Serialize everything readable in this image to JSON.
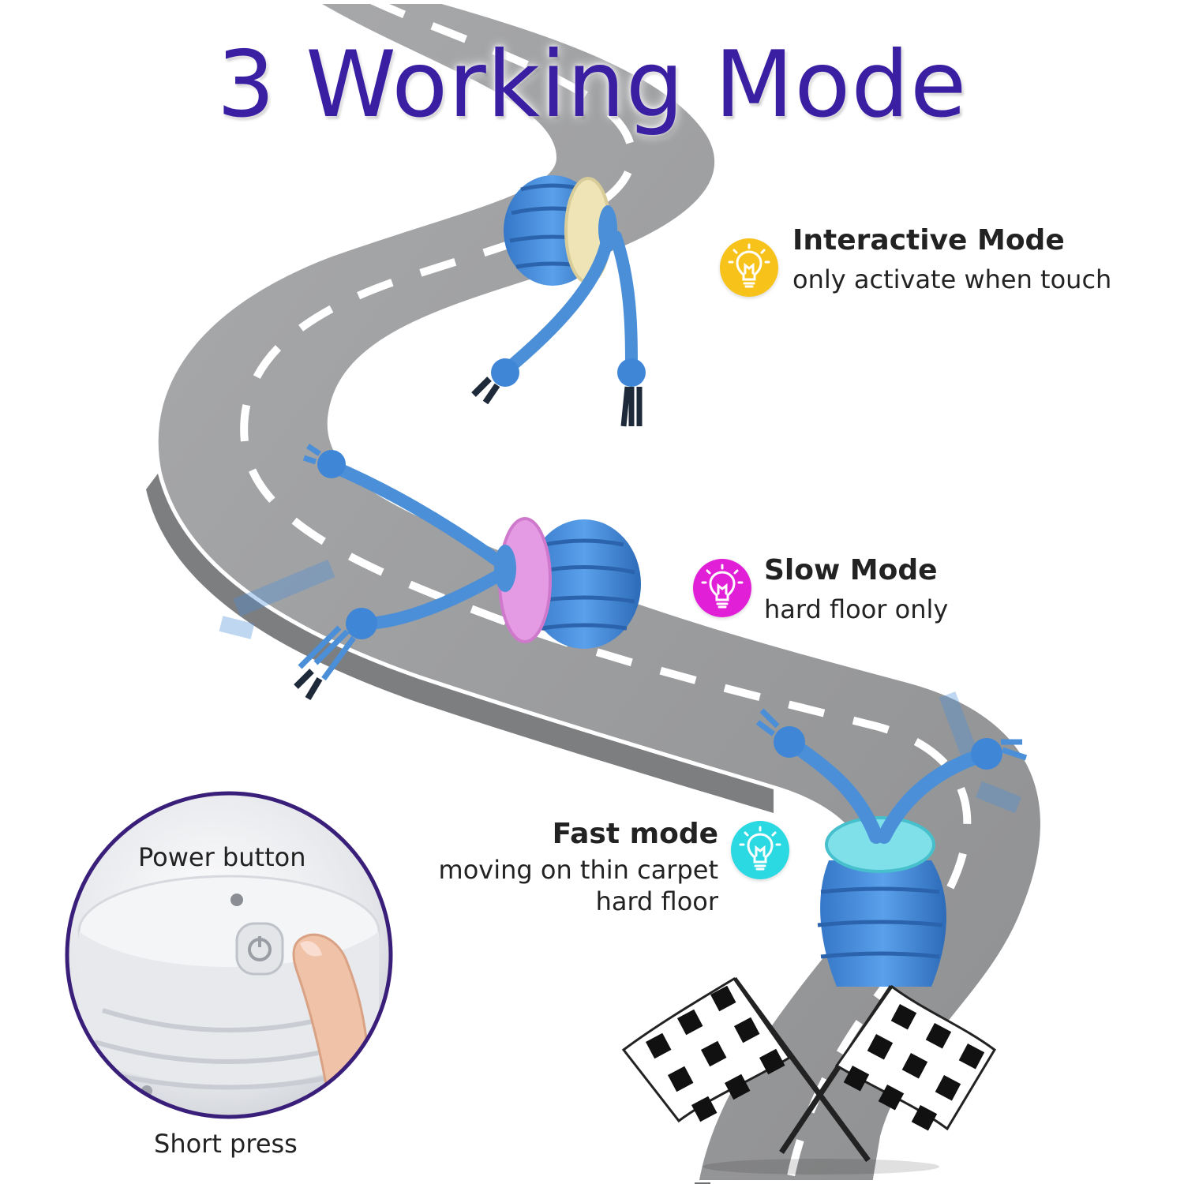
{
  "headline": "3 Working Mode",
  "colors": {
    "headline": "#3a1fa3",
    "road": "#9b9c9e",
    "road_edge": "#7d7e80",
    "lane_mark": "#ffffff",
    "toy_blue": "#3f86d6",
    "rope_blue": "#4a8fd8",
    "interactive_glow": "#f0e6b8",
    "slow_glow": "#e88ee6",
    "fast_glow": "#66d8e6",
    "circle_border": "#3a1f7a",
    "flag_dark": "#111111"
  },
  "modes": [
    {
      "name": "Interactive Mode",
      "desc": "only activate when touch",
      "icon": "lightbulb-icon",
      "color": "#f7c31a"
    },
    {
      "name": "Slow Mode",
      "desc": "hard floor only",
      "icon": "lightbulb-icon",
      "color": "#e11fd6"
    },
    {
      "name": "Fast mode",
      "desc": "moving on thin carpet hard floor",
      "icon": "lightbulb-icon",
      "color": "#2ad9e2"
    }
  ],
  "inset": {
    "power_caption": "Power button",
    "press_caption": "Short press",
    "icon": "power-icon"
  },
  "decorations": {
    "flags": "checkered-flag-icon"
  }
}
